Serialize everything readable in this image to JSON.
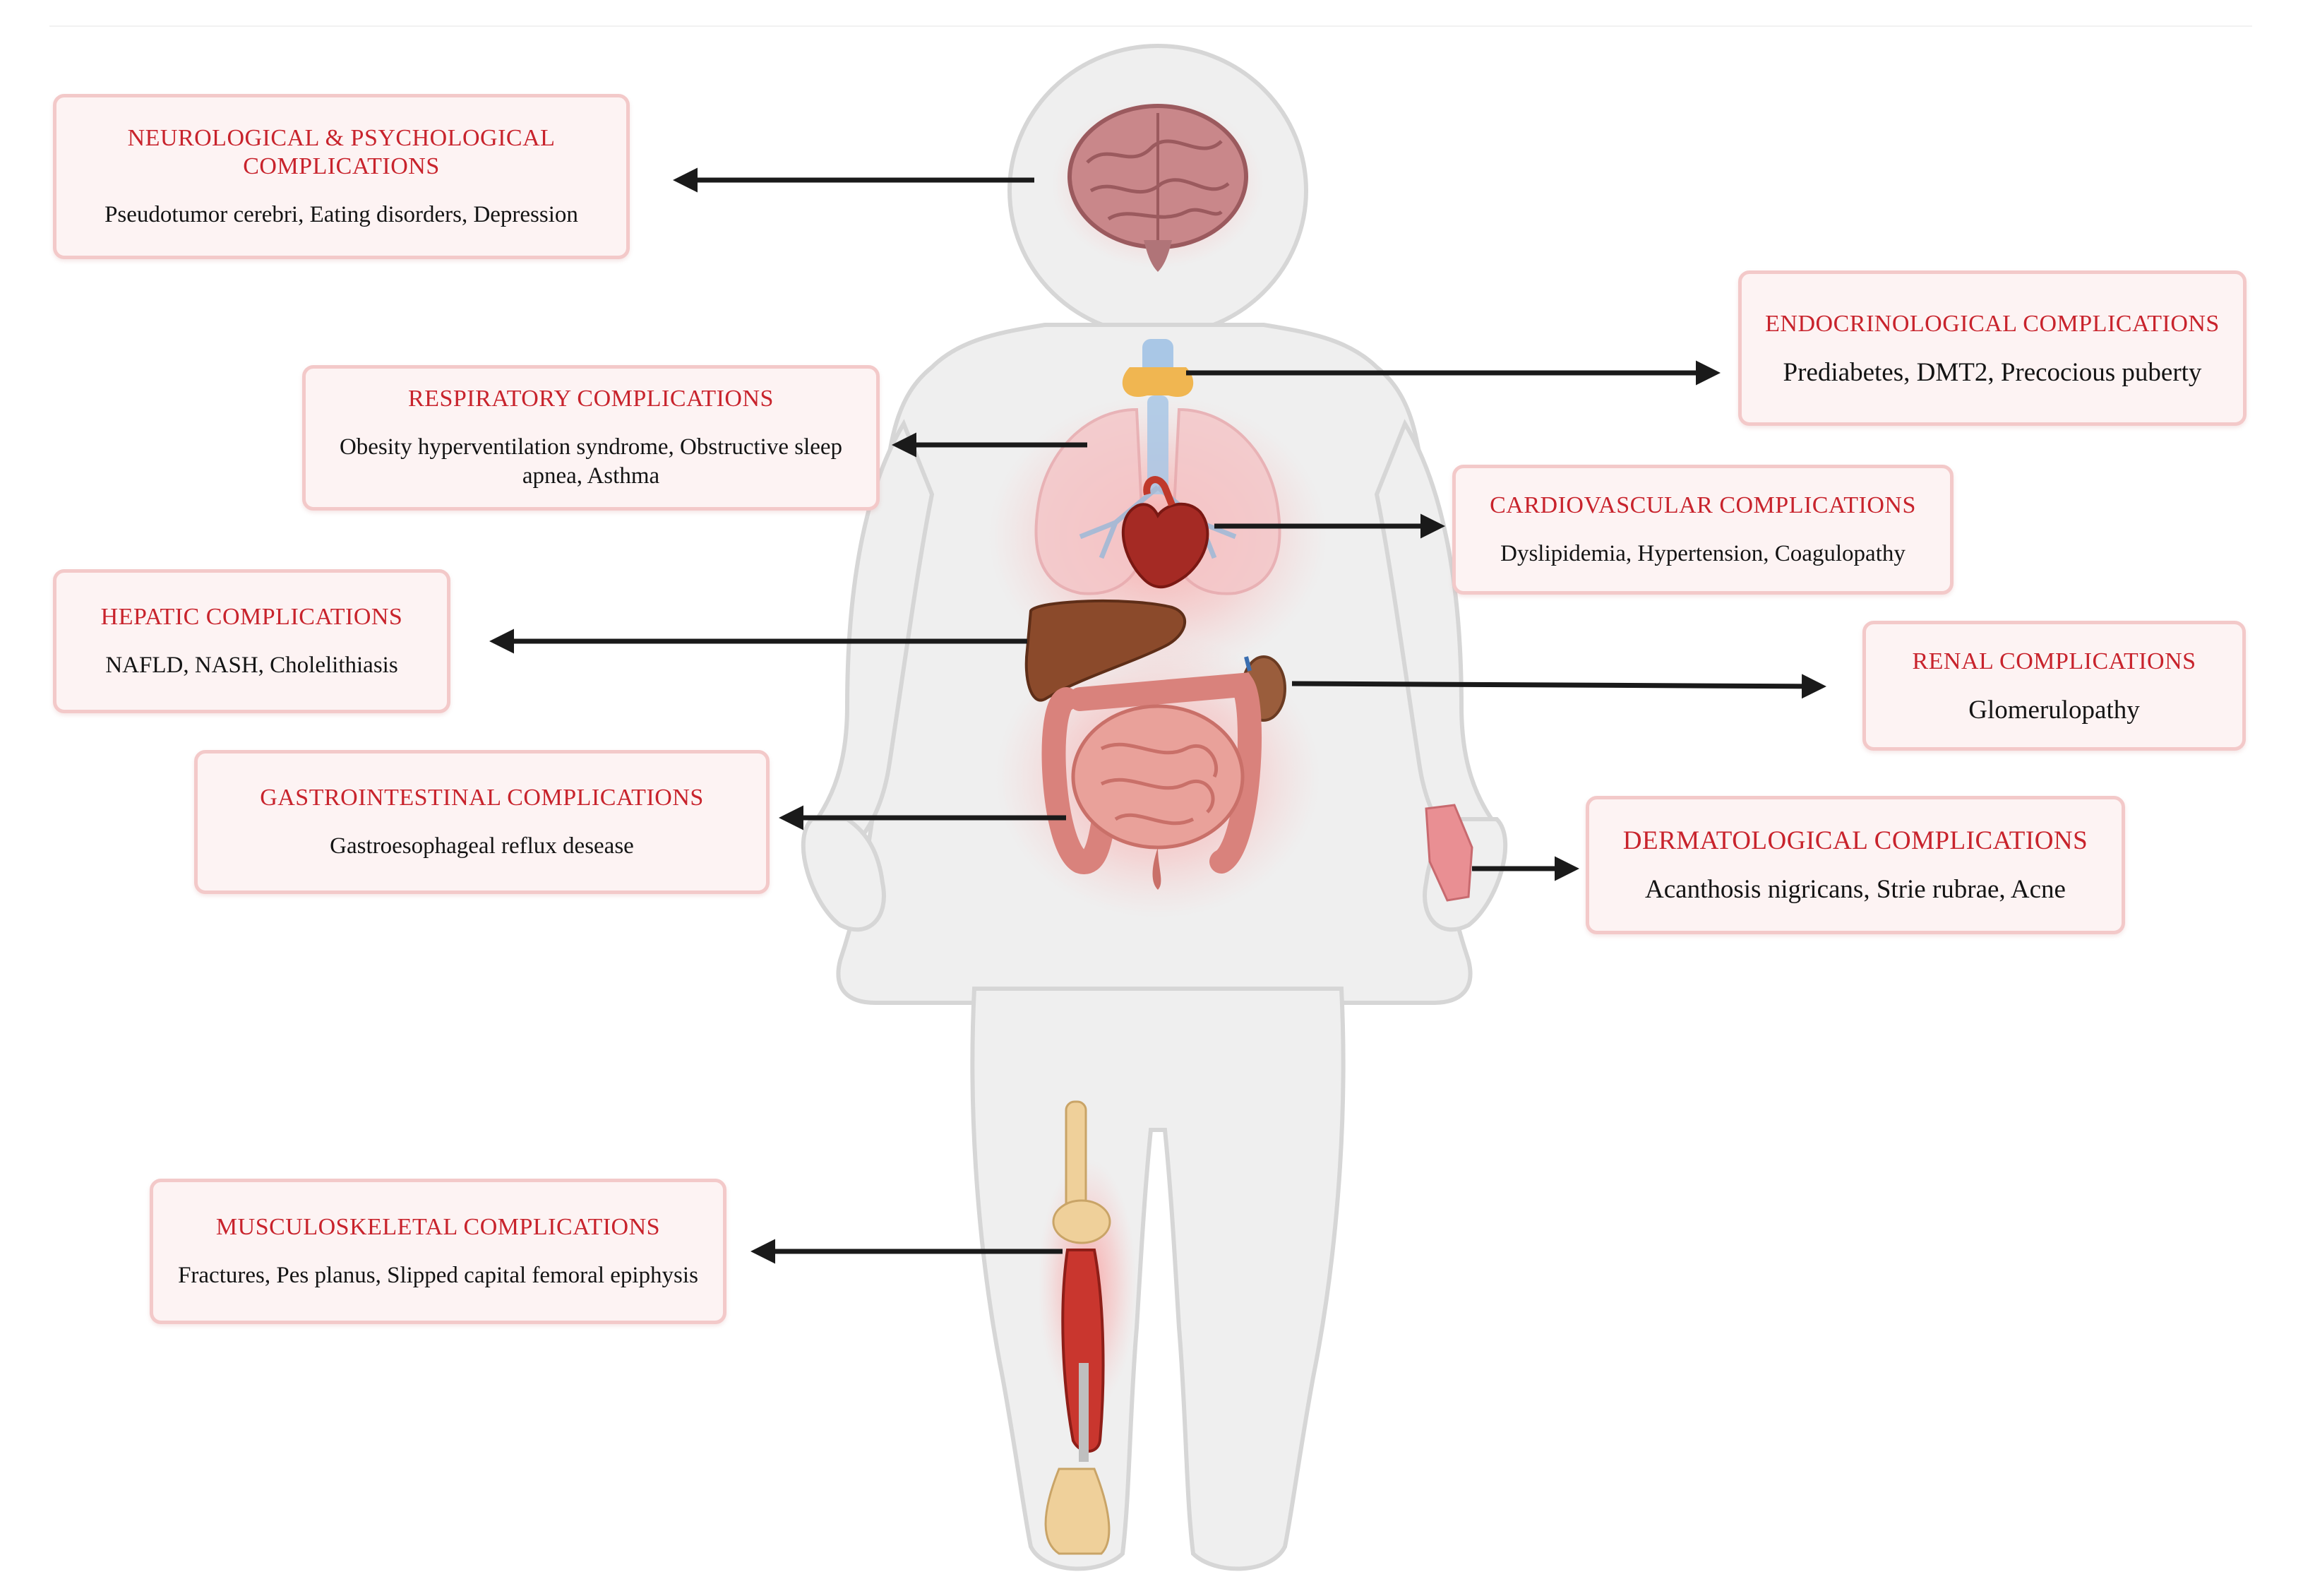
{
  "boxes": {
    "neuro": {
      "title": "NEUROLOGICAL & PSYCHOLOGICAL\nCOMPLICATIONS",
      "desc": "Pseudotumor cerebri, Eating disorders, Depression"
    },
    "endocrine": {
      "title": "ENDOCRINOLOGICAL COMPLICATIONS",
      "desc": "Prediabetes, DMT2, Precocious puberty"
    },
    "respiratory": {
      "title": "RESPIRATORY COMPLICATIONS",
      "desc": "Obesity hyperventilation syndrome, Obstructive sleep apnea, Asthma"
    },
    "cardio": {
      "title": "CARDIOVASCULAR COMPLICATIONS",
      "desc": "Dyslipidemia, Hypertension, Coagulopathy"
    },
    "hepatic": {
      "title": "HEPATIC  COMPLICATIONS",
      "desc": "NAFLD, NASH, Cholelithiasis"
    },
    "renal": {
      "title": "RENAL COMPLICATIONS",
      "desc": "Glomerulopathy"
    },
    "gastro": {
      "title": "GASTROINTESTINAL  COMPLICATIONS",
      "desc": "Gastroesophageal reflux desease"
    },
    "derma": {
      "title": "DERMATOLOGICAL COMPLICATIONS",
      "desc": "Acanthosis nigricans, Strie rubrae, Acne"
    },
    "musculo": {
      "title": "MUSCULOSKELETAL  COMPLICATIONS",
      "desc": "Fractures, Pes planus, Slipped capital femoral epiphysis"
    }
  },
  "colors": {
    "title_red": "#c8232c",
    "box_border": "#f3c9c9",
    "box_fill": "#fdf3f3",
    "body_silhouette": "#eeeeee",
    "arrow": "#1a1a1a"
  }
}
